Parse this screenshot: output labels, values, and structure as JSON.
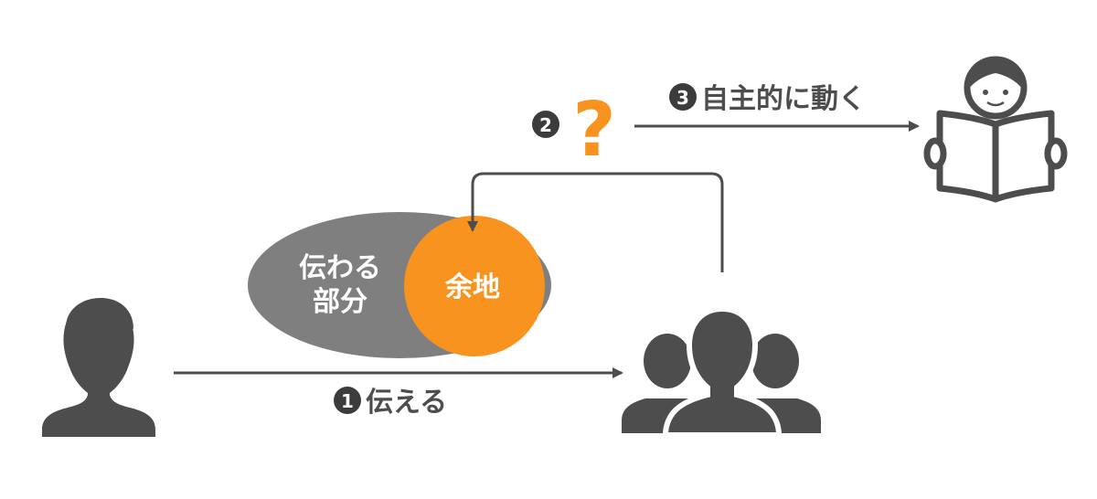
{
  "steps": {
    "step1": {
      "number": "1",
      "label": "伝える"
    },
    "step2": {
      "number": "2",
      "label": "?"
    },
    "step3": {
      "number": "3",
      "label": "自主的に動く"
    }
  },
  "ellipse": {
    "line1": "伝わる",
    "line2": "部分",
    "inner": "余地"
  },
  "colors": {
    "dark": "#4d4d4d",
    "ellipse_gray": "#7f7f7f",
    "orange": "#f7931e",
    "badge": "#3c3c3c",
    "line": "#4d4d4d"
  },
  "icons": {
    "speaker": "person-icon",
    "audience": "group-icon",
    "reader": "reading-person-icon"
  }
}
